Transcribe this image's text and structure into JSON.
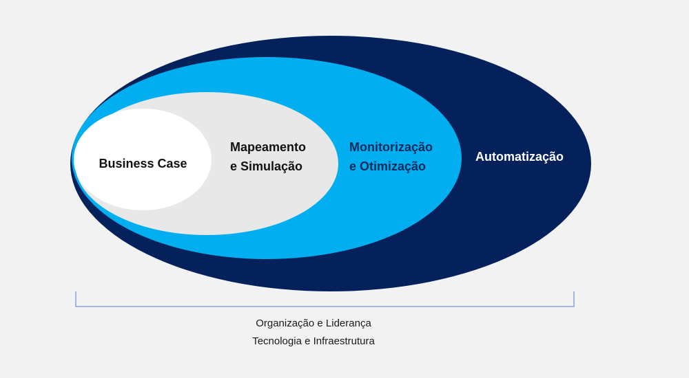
{
  "layers": [
    {
      "id": "automatizacao",
      "lines": [
        "Automatização"
      ],
      "color": "#04215b"
    },
    {
      "id": "monitorizacao",
      "lines": [
        "Monitorização",
        "e Otimização"
      ],
      "color": "#01aeef"
    },
    {
      "id": "mapeamento",
      "lines": [
        "Mapeamento",
        "e Simulação"
      ],
      "color": "#e8e8e8"
    },
    {
      "id": "business_case",
      "lines": [
        "Business Case"
      ],
      "color": "#ffffff"
    }
  ],
  "footer": {
    "line1": "Organização e Liderança",
    "line2": "Tecnologia e Infraestrutura"
  },
  "colors": {
    "background": "#f2f2f2",
    "bracket": "#8aa0e0"
  }
}
